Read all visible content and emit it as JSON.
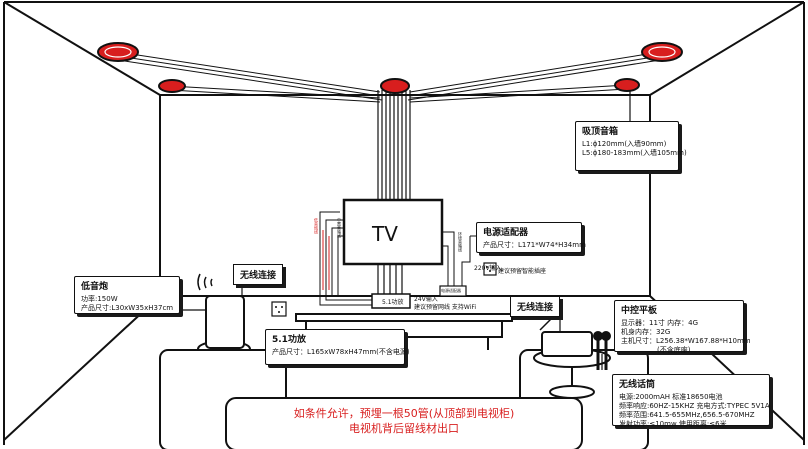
{
  "tv": {
    "label": "TV"
  },
  "ceiling_speaker": {
    "title": "吸顶音箱",
    "l1": "L1:ϕ120mm(入墙90mm)",
    "l5": "L5:ϕ180-183mm(入墙105mm)"
  },
  "power_adapter": {
    "title": "电源适配器",
    "size": "产品尺寸：L171*W74*H34mm"
  },
  "subwoofer": {
    "title": "低音炮",
    "power": "功率:150W",
    "size": "产品尺寸:L30xW35xH37cm"
  },
  "wireless_left": {
    "label": "无线连接"
  },
  "wireless_right": {
    "label": "无线连接"
  },
  "amp_box": {
    "label": "5.1功放"
  },
  "amp_card": {
    "title": "5.1功放",
    "size": "产品尺寸：L165xW78xH47mm(不含电源)"
  },
  "control_panel": {
    "title": "中控平板",
    "display": "显示器：11寸    内存：4G",
    "storage": "机身内存：32G",
    "size": "主机尺寸：L256.38*W167.88*H10mm",
    "note": "(不含底座)"
  },
  "microphone": {
    "title": "无线话筒",
    "row1": "电源:2000mAH          标准18650电池",
    "row2": "频率响应:60HZ-15KHZ   充电方式:TYPEC 5V1A",
    "row3": "频率范围:641.5-655MHz,656.5-670MHZ",
    "row4": "发射功率:≤10mw          使用距离:≤6米"
  },
  "wiring_labels": {
    "v220": "220V输入",
    "v24": "24V输入",
    "adapter_small": "电源适配器",
    "network": "建议预留网线  支持WiFi",
    "socket_hint": "建议预留智能插座"
  },
  "vertical_labels": {
    "line1": "低音炮线",
    "line2": "中置音箱线",
    "line3": "环绕音箱线"
  },
  "bottom_note": {
    "line1": "如条件允许，预埋一根50管(从顶部到电视柜)",
    "line2": "电视机背后留线材出口"
  },
  "colors": {
    "accent_red": "#d81e1e",
    "line": "#111111"
  }
}
